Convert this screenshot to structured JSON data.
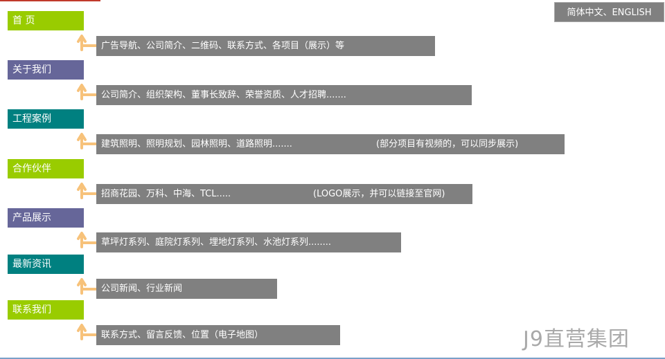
{
  "language_switch": "简体中文、ENGLISH",
  "colors": {
    "green": "#99cc00",
    "purple": "#666699",
    "teal": "#008080",
    "desc_gray": "#808080",
    "arrow": "#f7c27a"
  },
  "sections": [
    {
      "label": "首 页",
      "desc": "广告导航、公司简介、二维码、联系方式、各项目（展示）等",
      "note": ""
    },
    {
      "label": "关于我们",
      "desc": "公司简介、组织架构、董事长致辞、荣誉资质、人才招聘.......",
      "note": ""
    },
    {
      "label": "工程案例",
      "desc": "建筑照明、照明规划、园林照明、道路照明.......",
      "note": "(部分项目有视频的，可以同步展示)"
    },
    {
      "label": "合作伙伴",
      "desc": "招商花园、万科、中海、TCL.....",
      "note": "(LOGO展示，并可以链接至官网)"
    },
    {
      "label": "产品展示",
      "desc": "草坪灯系列、庭院灯系列、埋地灯系列、水池灯系列........",
      "note": ""
    },
    {
      "label": "最新资讯",
      "desc": "公司新闻、行业新闻",
      "note": ""
    },
    {
      "label": "联系我们",
      "desc": "联系方式、留言反馈、位置（电子地图）",
      "note": ""
    }
  ],
  "watermark": "J9直营集团"
}
